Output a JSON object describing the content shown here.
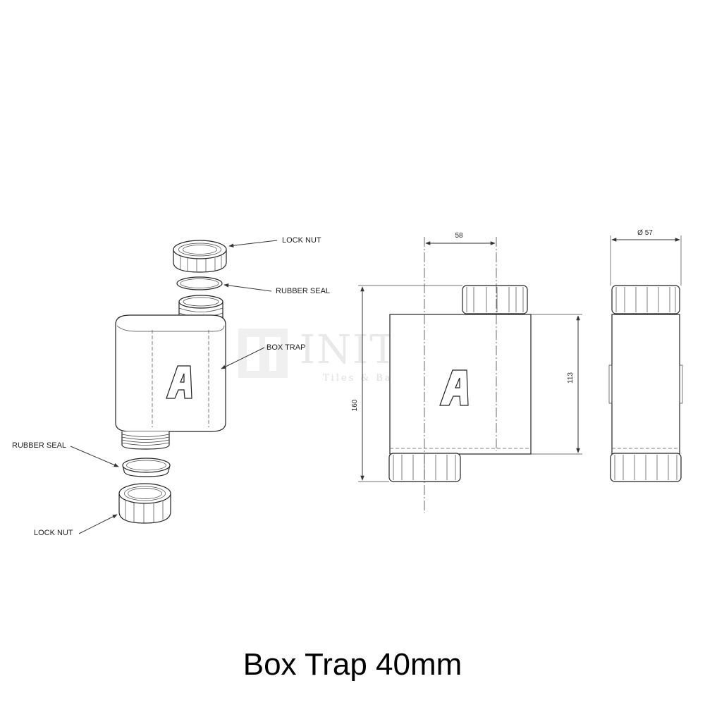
{
  "watermark": {
    "brand": "INITIAL",
    "tagline": "Tiles & Bathware"
  },
  "labels": {
    "lock_nut_top": "LOCK NUT",
    "rubber_seal_top": "RUBBER SEAL",
    "box_trap": "BOX TRAP",
    "rubber_seal_bottom": "RUBBER SEAL",
    "lock_nut_bottom": "LOCK NUT"
  },
  "logo_letter": "A",
  "dimensions": {
    "width": "58",
    "diameter": "Ø 57",
    "overall_height": "160",
    "body_height": "113"
  },
  "caption": "Box Trap 40mm"
}
